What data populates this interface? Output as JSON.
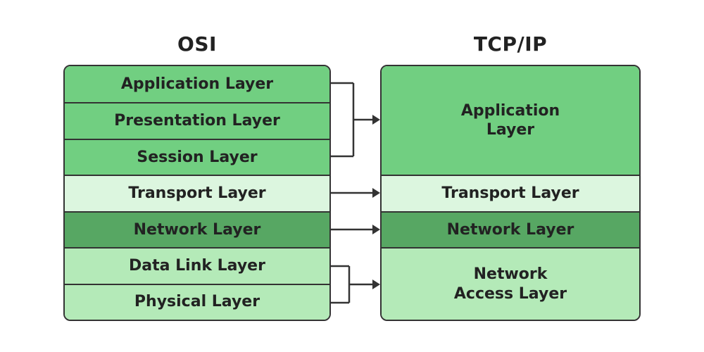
{
  "colors": {
    "medium_green": "#71cf81",
    "pale_green": "#dcf6df",
    "dark_green": "#57a763",
    "light_green": "#b4eab8",
    "border": "#333333",
    "arrow": "#333333",
    "text": "#222222"
  },
  "osi": {
    "title": "OSI",
    "layers": [
      {
        "label": "Application Layer",
        "color": "#71cf81"
      },
      {
        "label": "Presentation Layer",
        "color": "#71cf81"
      },
      {
        "label": "Session Layer",
        "color": "#71cf81"
      },
      {
        "label": "Transport Layer",
        "color": "#dcf6df"
      },
      {
        "label": "Network Layer",
        "color": "#57a763"
      },
      {
        "label": "Data Link Layer",
        "color": "#b4eab8"
      },
      {
        "label": "Physical Layer",
        "color": "#b4eab8"
      }
    ]
  },
  "tcpip": {
    "title": "TCP/IP",
    "layers": [
      {
        "label": "Application\nLayer",
        "color": "#71cf81",
        "span": 3
      },
      {
        "label": "Transport Layer",
        "color": "#dcf6df",
        "span": 1
      },
      {
        "label": "Network Layer",
        "color": "#57a763",
        "span": 1
      },
      {
        "label": "Network\nAccess Layer",
        "color": "#b4eab8",
        "span": 2
      }
    ]
  }
}
